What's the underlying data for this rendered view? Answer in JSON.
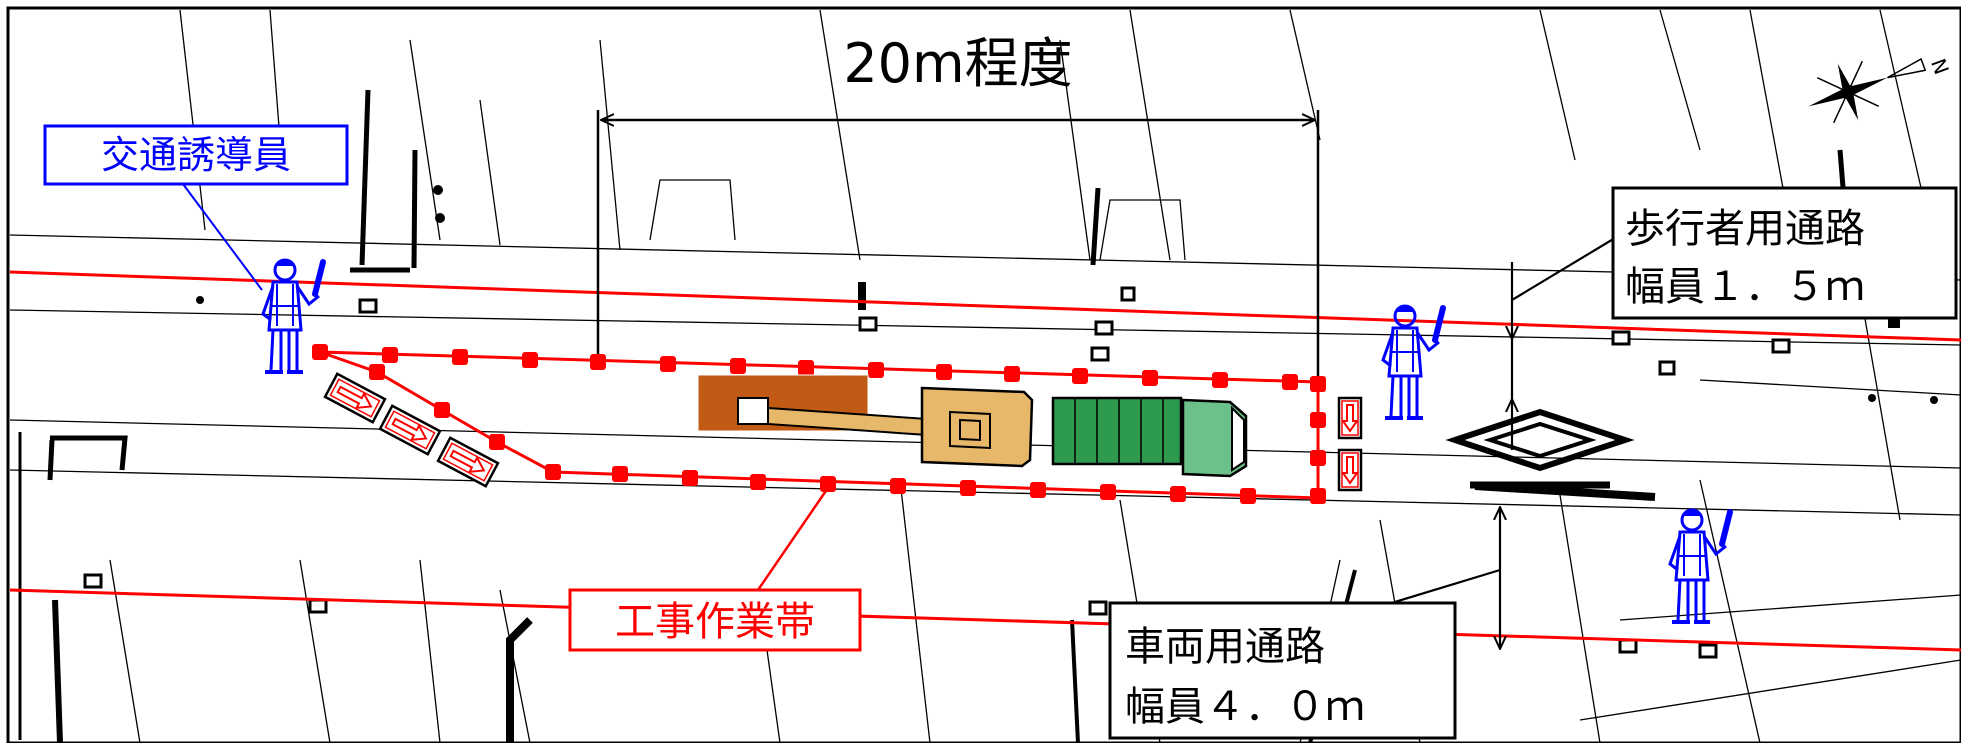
{
  "dimension": {
    "label": "20m程度"
  },
  "labels": {
    "guide": "交通誘導員",
    "work_zone": "工事作業帯",
    "pedestrian_line1": "歩行者用通路",
    "pedestrian_line2": "幅員１．５ｍ",
    "vehicle_line1": "車両用通路",
    "vehicle_line2": "幅員４．０ｍ"
  },
  "compass": {
    "letter": "N"
  },
  "colors": {
    "guide_label": "#0000ff",
    "work_zone_label": "#e00000",
    "boundary_line": "#ff0000",
    "worker": "#0000ff",
    "truck": "#2e9a4e",
    "excavator": "#e8b86a",
    "material": "#c05a14"
  }
}
